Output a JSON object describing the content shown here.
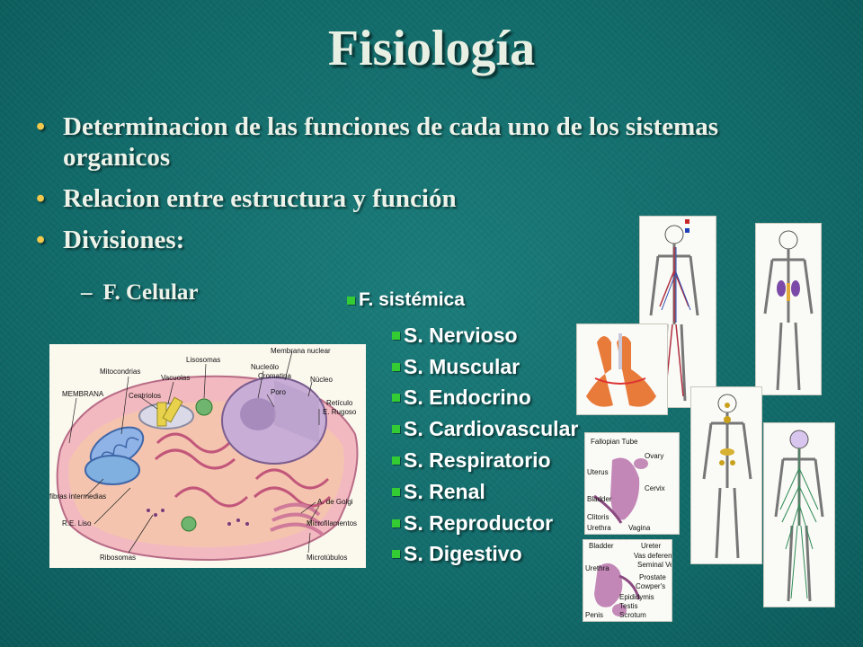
{
  "title": "Fisiología",
  "bullets": [
    "Determinacion de las funciones de cada uno de los sistemas organicos",
    "Relacion entre estructura y función",
    "Divisiones:"
  ],
  "sub_bullet": "F. Celular",
  "bullet_glyph": "•",
  "dash_glyph": "–",
  "sistemica": {
    "heading": "F. sistémica",
    "items": [
      "S. Nervioso",
      "S. Muscular",
      "S. Endocrino",
      "S. Cardiovascular",
      "S. Respiratorio",
      "S. Renal",
      "S. Reproductor",
      "S. Digestivo"
    ]
  },
  "cell_labels": {
    "lisosomas": "Lisosomas",
    "membrana_nuclear": "Membrana nuclear",
    "mitocondrias": "Mitocondrias",
    "vacuolas": "Vacuolas",
    "nucleolo": "Nucleólo",
    "cromatina": "Cromatina",
    "nucleo": "Núcleo",
    "membrana": "MEMBRANA",
    "centriolos": "Centriolos",
    "poro": "Poro",
    "reticulo": "Retículo",
    "e_rugoso": "E. Rugoso",
    "fibras": "fibras intermedias",
    "golgi": "A. de Golgi",
    "re_liso": "R.E. Liso",
    "microfilamentos": "Microfilamentos",
    "ribosomas": "Ribosomas",
    "microtubulos": "Microtúbulos"
  },
  "anatomy_labels": {
    "fallopian_tube": "Fallopian Tube",
    "ovary": "Ovary",
    "uterus": "Uterus",
    "cervix": "Cervix",
    "bladder": "Bladder",
    "clitoris": "Clitoris",
    "urethra": "Urethra",
    "vagina": "Vagina",
    "m_bladder": "Bladder",
    "ureter": "Ureter",
    "vas_deferens": "Vas deferens",
    "seminal_vesicle": "Seminal Vesicle",
    "m_urethra": "Urethra",
    "prostate": "Prostate",
    "cowpers": "Cowper's",
    "epididymis": "Epididymis",
    "testis": "Testis",
    "scrotum": "Scrotum",
    "penis": "Penis"
  },
  "colors": {
    "background": "#127171",
    "text": "#eef3ea",
    "bullet": "#f2c94c",
    "square_bullet": "#33cc33"
  }
}
